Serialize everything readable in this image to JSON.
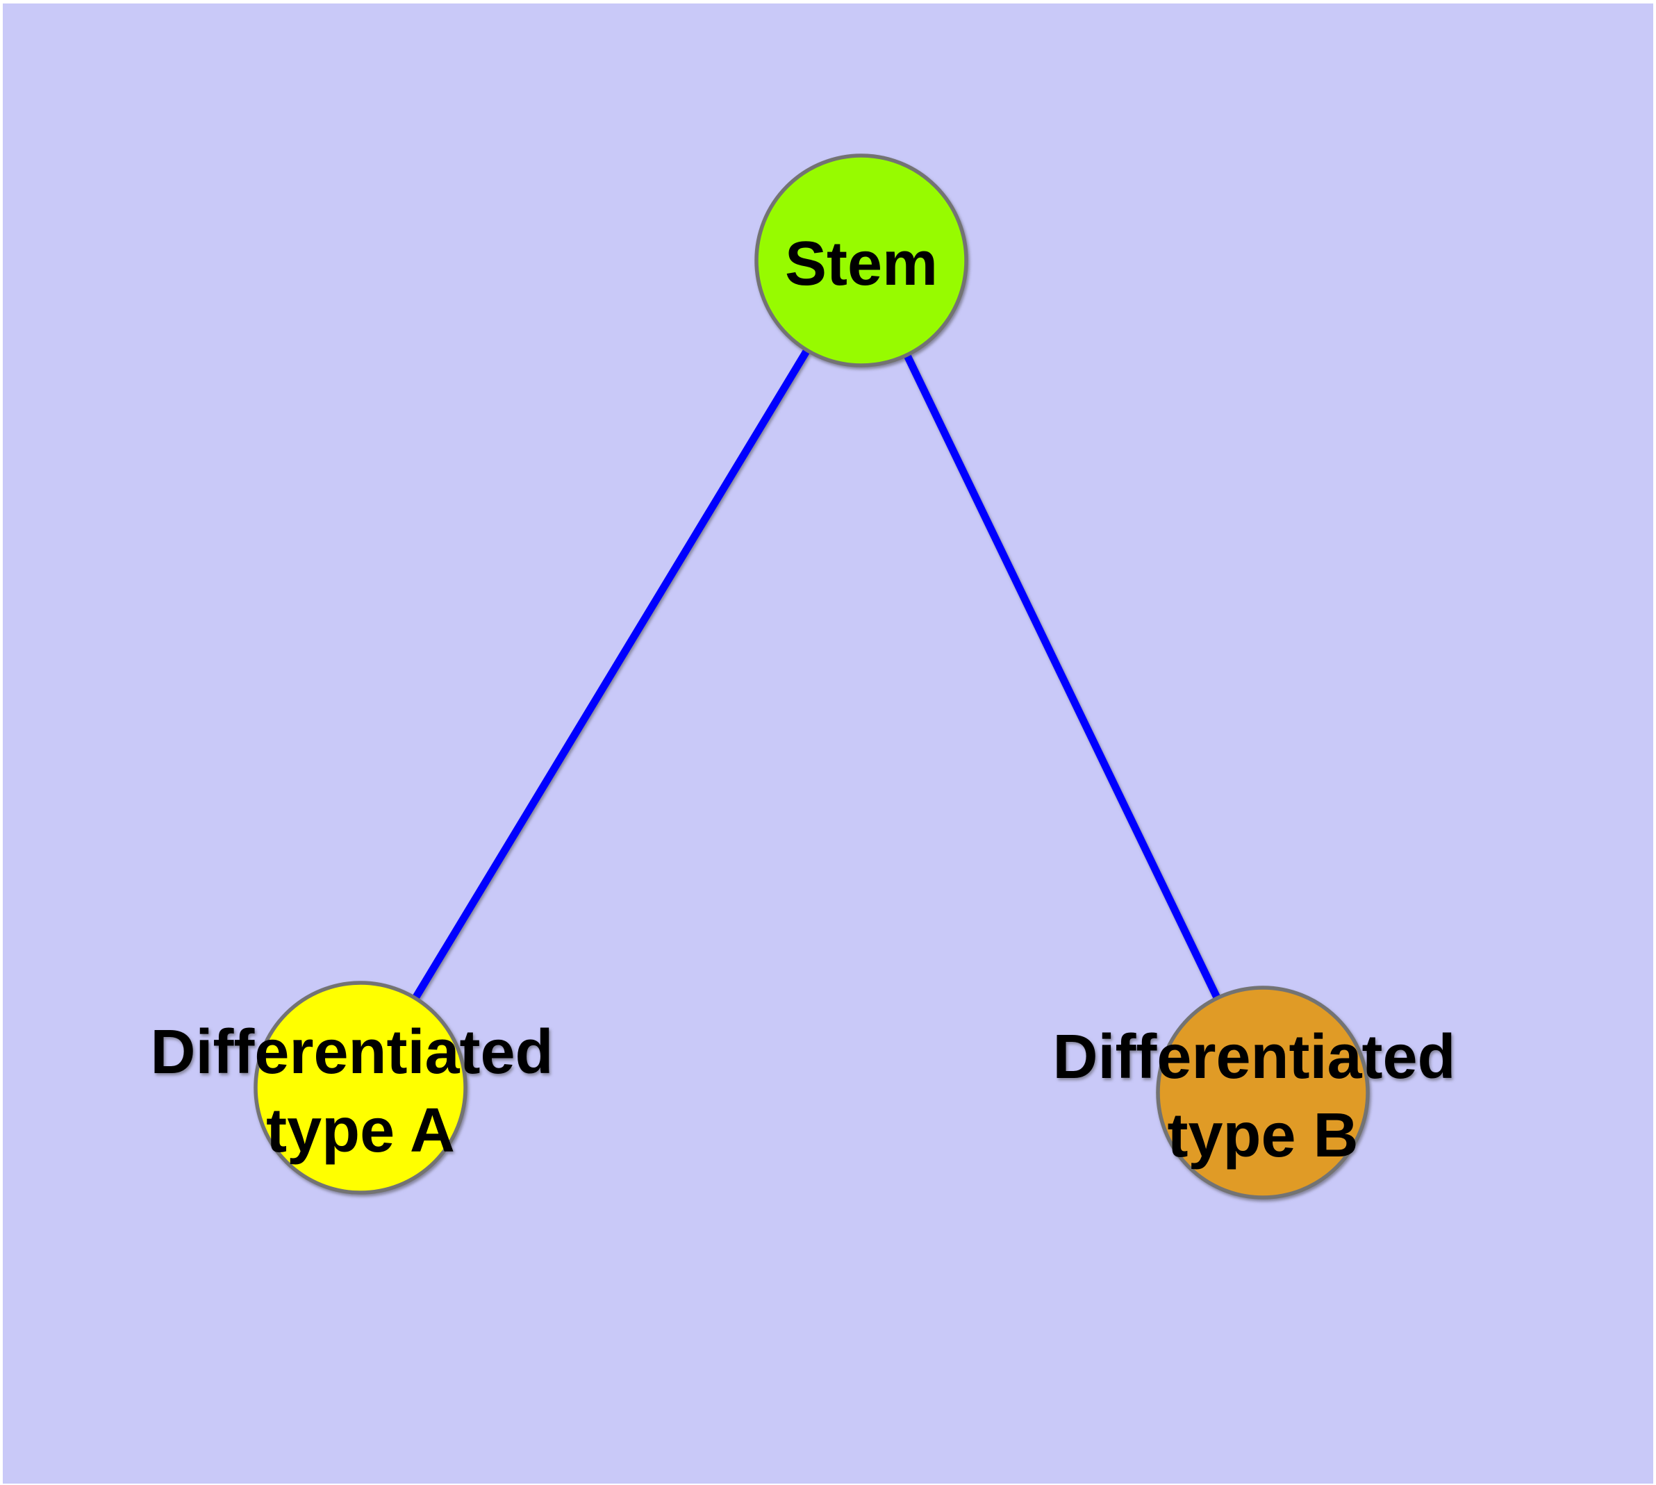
{
  "diagram": {
    "type": "node-link-graph",
    "background_color": "#c9c9f8",
    "margin_color": "#ffffff",
    "edge_color": "#0000ff",
    "node_border_color": "#737373",
    "label_color": "#000000",
    "nodes": [
      {
        "id": "stem",
        "label": "Stem",
        "label_lines": [
          "Stem"
        ],
        "color": "#97fb00"
      },
      {
        "id": "differentiated-type-a",
        "label": "Differentiated type A",
        "label_lines": [
          "Differentiated",
          "type A"
        ],
        "color": "#ffff00"
      },
      {
        "id": "differentiated-type-b",
        "label": "Differentiated type B",
        "label_lines": [
          "Differentiated",
          "type B"
        ],
        "color": "#e09b26"
      }
    ],
    "edges": [
      {
        "from": "Stem",
        "to": "Differentiated type A"
      },
      {
        "from": "Stem",
        "to": "Differentiated type B"
      }
    ]
  }
}
